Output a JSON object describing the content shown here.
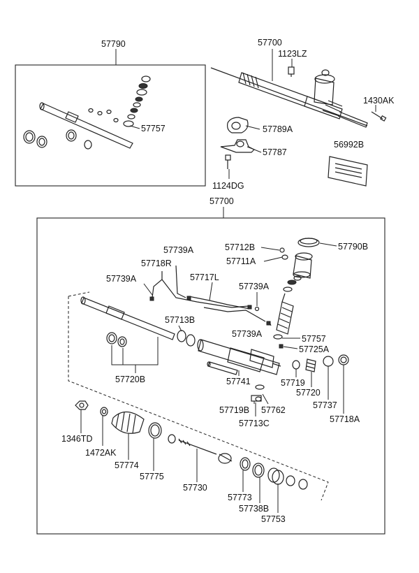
{
  "labels": [
    {
      "text": "57790"
    },
    {
      "text": "57700"
    },
    {
      "text": "1123LZ"
    },
    {
      "text": "1430AK"
    },
    {
      "text": "57757"
    },
    {
      "text": "57789A"
    },
    {
      "text": "57787"
    },
    {
      "text": "56992B"
    },
    {
      "text": "1124DG"
    },
    {
      "text": "57700"
    },
    {
      "text": "57712B"
    },
    {
      "text": "57790B"
    },
    {
      "text": "57711A"
    },
    {
      "text": "57739A"
    },
    {
      "text": "57718R"
    },
    {
      "text": "57739A"
    },
    {
      "text": "57717L"
    },
    {
      "text": "57739A"
    },
    {
      "text": "57713B"
    },
    {
      "text": "57739A"
    },
    {
      "text": "57757"
    },
    {
      "text": "57725A"
    },
    {
      "text": "57720B"
    },
    {
      "text": "57741"
    },
    {
      "text": "57719"
    },
    {
      "text": "57720"
    },
    {
      "text": "57737"
    },
    {
      "text": "57718A"
    },
    {
      "text": "57719B"
    },
    {
      "text": "57762"
    },
    {
      "text": "57713C"
    },
    {
      "text": "1346TD"
    },
    {
      "text": "1472AK"
    },
    {
      "text": "57774"
    },
    {
      "text": "57775"
    },
    {
      "text": "57730"
    },
    {
      "text": "57773"
    },
    {
      "text": "57738B"
    },
    {
      "text": "57753"
    }
  ]
}
